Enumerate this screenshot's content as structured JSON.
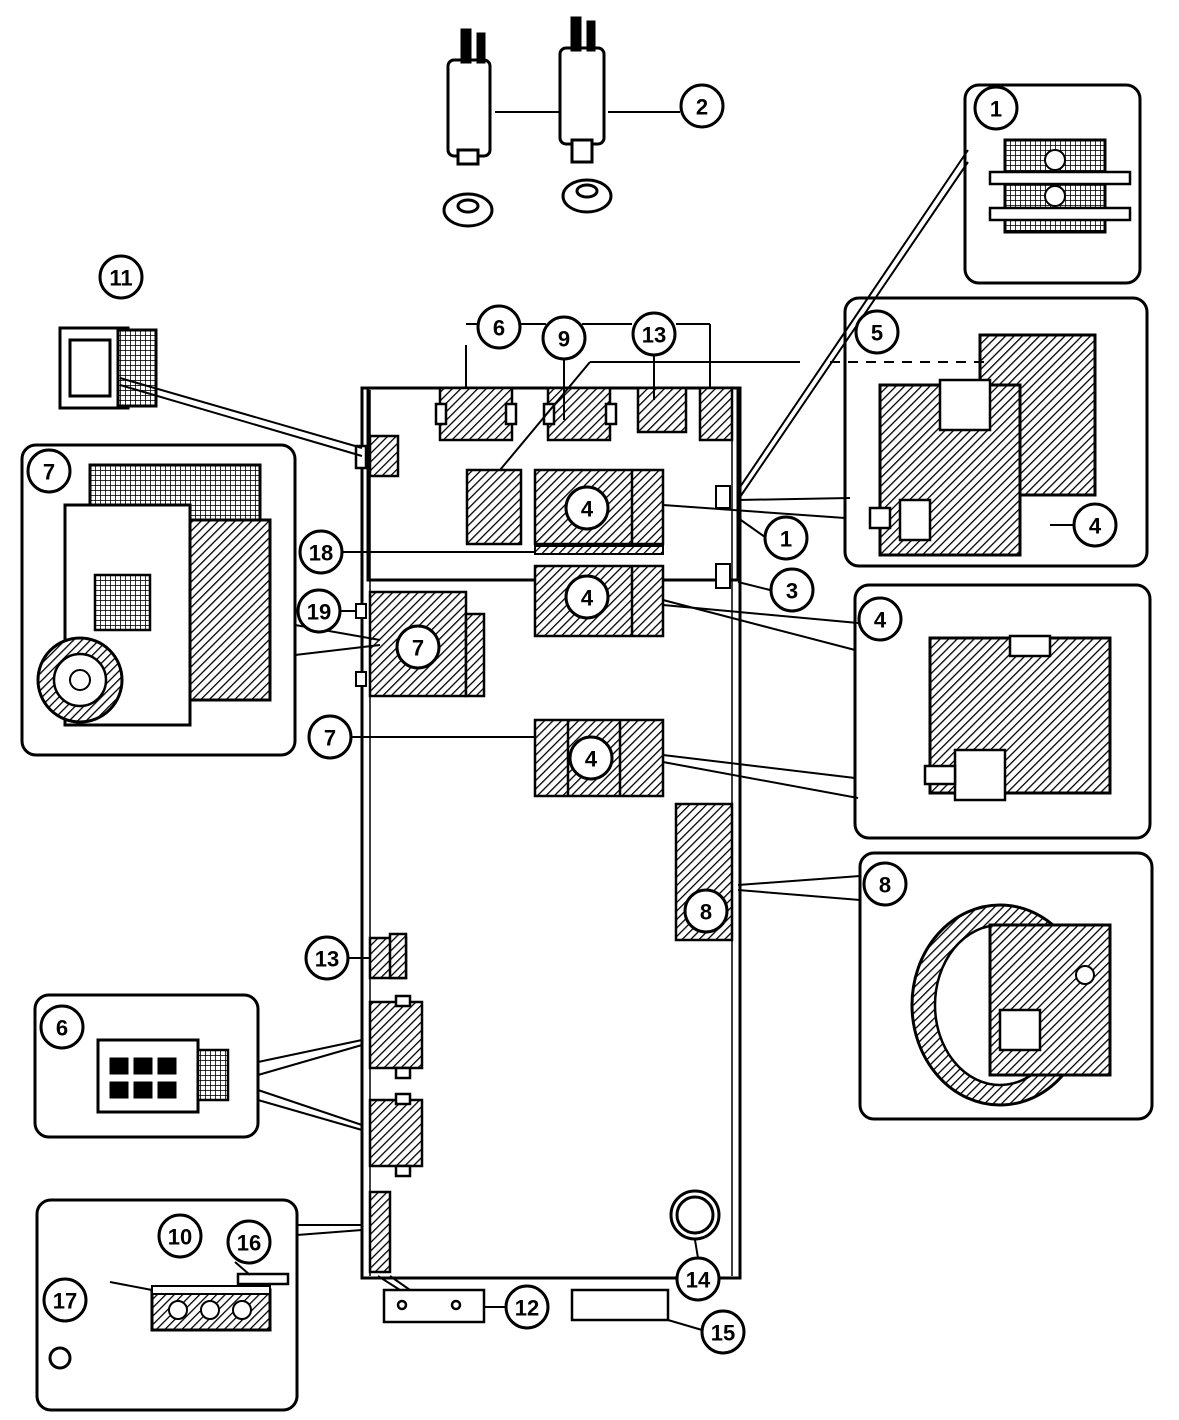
{
  "diagram": {
    "callouts": {
      "c1_inset": "1",
      "c1_panel": "1",
      "c2": "2",
      "c3": "3",
      "c4_top": "4",
      "c4_mid": "4",
      "c4_low": "4",
      "c4_inset5": "4",
      "c4_inset": "4",
      "c5": "5",
      "c6_top": "6",
      "c6_inset": "6",
      "c7_panel": "7",
      "c7_inset": "7",
      "c7_left": "7",
      "c8_panel": "8",
      "c8_inset": "8",
      "c9": "9",
      "c10": "10",
      "c11": "11",
      "c12": "12",
      "c13_top": "13",
      "c13_left": "13",
      "c14": "14",
      "c15": "15",
      "c16": "16",
      "c17": "17",
      "c18": "18",
      "c19": "19"
    },
    "colors": {
      "ink": "#000000",
      "paper": "#ffffff",
      "hatch": "#000000"
    }
  }
}
